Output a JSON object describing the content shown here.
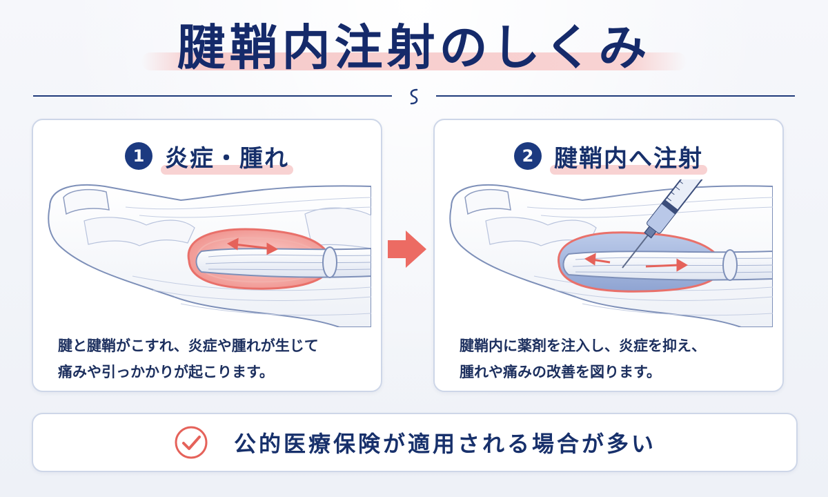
{
  "title": "腱鞘内注射のしくみ",
  "steps": [
    {
      "number": "1",
      "title": "炎症・腫れ",
      "caption_lines": [
        "腱と腱鞘がこすれ、炎症や腫れが生じて",
        "痛みや引っかかりが起こります。"
      ]
    },
    {
      "number": "2",
      "title": "腱鞘内へ注射",
      "caption_lines": [
        "腱鞘内に薬剤を注入し、炎症を抑え、",
        "腫れや痛みの改善を図ります。"
      ]
    }
  ],
  "banner": {
    "text": "公的医療保険が適用される場合が多い"
  },
  "colors": {
    "navy": "#17306b",
    "accent_red": "#e5625a",
    "highlight_pink": "#f8d2d2",
    "medicine_blue": "#9fb3dc"
  },
  "icons": {
    "divider": "divider-ornament-icon",
    "flow": "arrow-right-icon",
    "banner": "check-circle-icon",
    "syringe": "syringe-icon"
  }
}
